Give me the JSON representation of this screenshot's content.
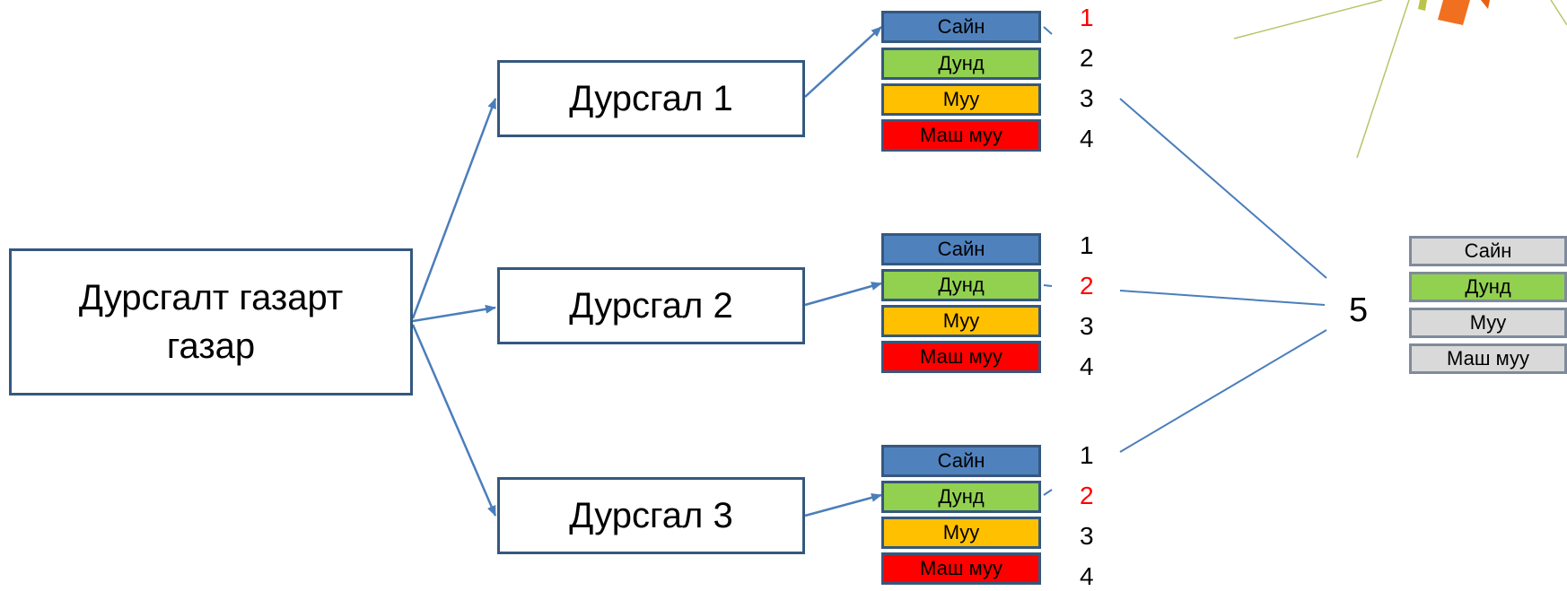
{
  "root": {
    "line1": "Дурсгалт газарт",
    "line2": "газар"
  },
  "sites": [
    {
      "label": "Дурсгал 1"
    },
    {
      "label": "Дурсгал 2"
    },
    {
      "label": "Дурсгал 3"
    }
  ],
  "ratings": [
    "Сайн",
    "Дунд",
    "Муу",
    "Маш муу"
  ],
  "scores": [
    "1",
    "2",
    "3",
    "4"
  ],
  "result": "5",
  "colors": {
    "good": "#4f81bd",
    "medium": "#92d050",
    "bad": "#ffc000",
    "very_bad": "#ff0000",
    "neutral": "#d9d9d9",
    "highlight": "#ff0000",
    "border": "#35587e",
    "line": "#4a7ebb"
  }
}
